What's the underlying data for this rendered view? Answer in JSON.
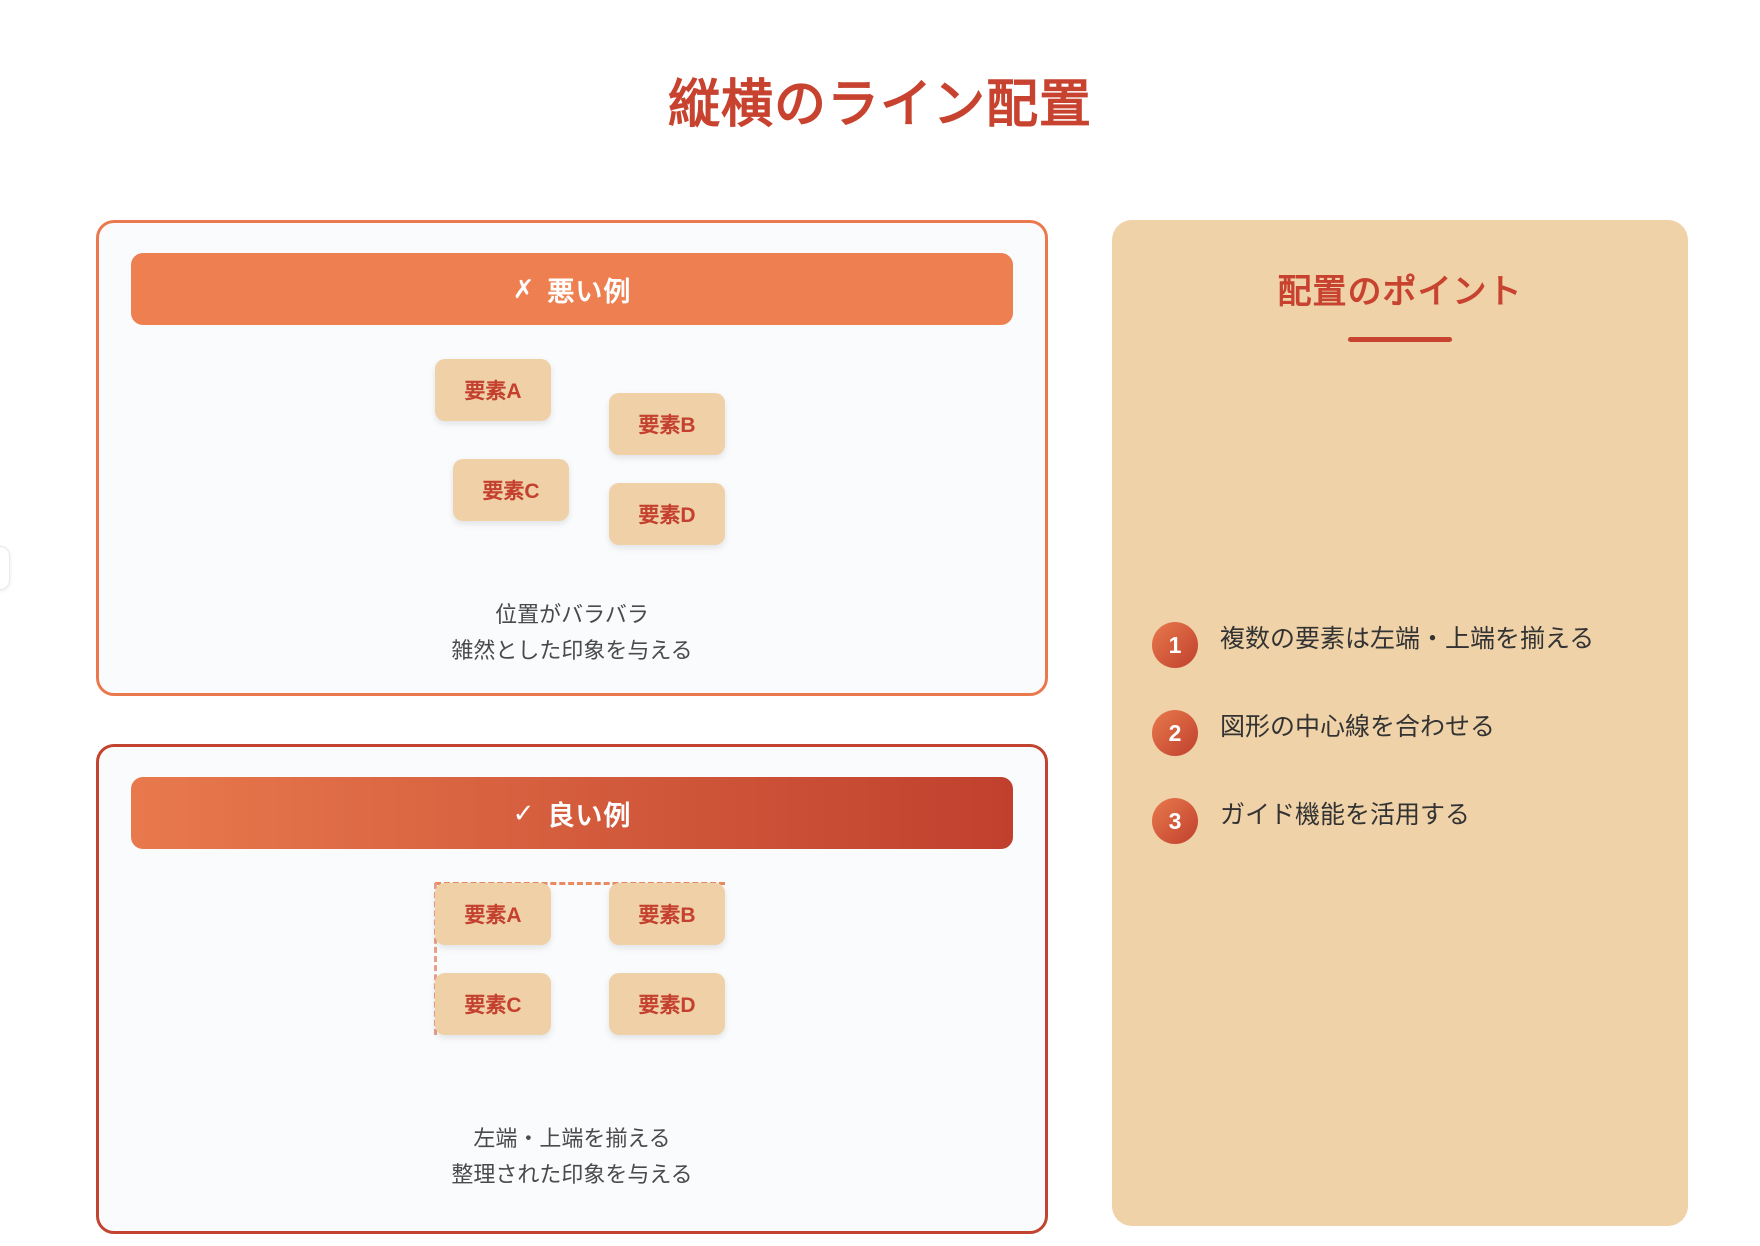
{
  "page": {
    "title": "縦横のライン配置",
    "accent_red": "#c7432f",
    "accent_orange": "#ed7f51",
    "chip_fill": "#f0d0a6",
    "panel_fill": "#efd2a8",
    "card_fill": "#fafbfd"
  },
  "examples": [
    {
      "id": "bad",
      "mark": "✗",
      "header_label": "悪い例",
      "border_color": "#ea7a4e",
      "header_color": "#ed7f51",
      "chips": [
        {
          "label": "要素A"
        },
        {
          "label": "要素B"
        },
        {
          "label": "要素C"
        },
        {
          "label": "要素D"
        }
      ],
      "caption_line1": "位置がバラバラ",
      "caption_line2": "雑然とした印象を与える"
    },
    {
      "id": "good",
      "mark": "✓",
      "header_label": "良い例",
      "border_color": "#c2432f",
      "header_color": "#c0402d",
      "chips": [
        {
          "label": "要素A"
        },
        {
          "label": "要素B"
        },
        {
          "label": "要素C"
        },
        {
          "label": "要素D"
        }
      ],
      "caption_line1": "左端・上端を揃える",
      "caption_line2": "整理された印象を与える"
    }
  ],
  "points": {
    "title": "配置のポイント",
    "items": [
      {
        "number": "1",
        "text": "複数の要素は左端・上端を揃える"
      },
      {
        "number": "2",
        "text": "図形の中心線を合わせる"
      },
      {
        "number": "3",
        "text": "ガイド機能を活用する"
      }
    ]
  }
}
